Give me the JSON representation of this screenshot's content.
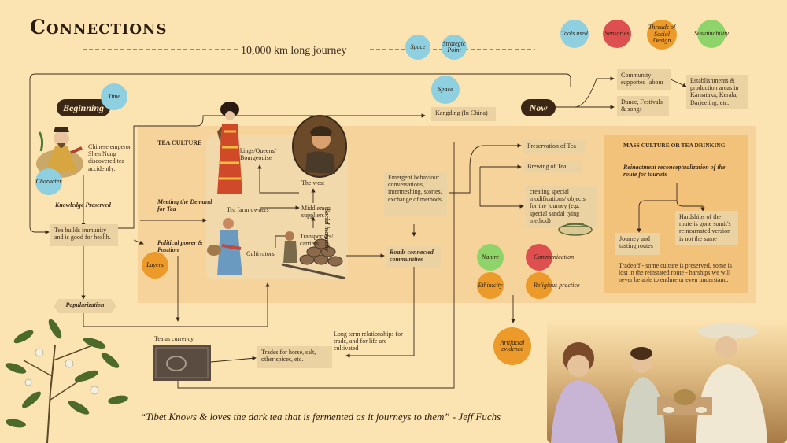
{
  "title": "Connections",
  "journey_label": "10,000 km long journey",
  "legend": [
    {
      "label": "Tools used",
      "color": "#8ecfe0"
    },
    {
      "label": "Sensories",
      "color": "#de5050"
    },
    {
      "label": "Threads of Social Design",
      "color": "#ec9b2a"
    },
    {
      "label": "Sustainability",
      "color": "#8ed46a"
    }
  ],
  "top_circles": {
    "space": "Space",
    "strategic_point": "Strategic Point"
  },
  "beginning": {
    "label": "Beginning",
    "time": "Time",
    "character": "Character",
    "emperor_text": "Chinese emperor Shen Nung discovered tea accidently.",
    "knowledge": "Knowledge Preserved",
    "immunity": "Tea builds immunity and is good for health.",
    "popularization": "Popularization"
  },
  "tea_culture": {
    "title": "TEA CULTURE",
    "meeting_demand": "Meeting the Demand for Tea",
    "political": "Political power & Position",
    "layers": "Layers",
    "tea_farm_owners": "Tea farm owners",
    "kings": "kings/Queens/ Bourgeouise",
    "the_west": "The west",
    "middlemen": "Middlemen suppliers",
    "transporters": "Transporters/ carriers",
    "cultivators": "Cultivators",
    "social_hierarchy": "Social hierarchy"
  },
  "lower": {
    "tea_currency": "Tea as currency",
    "trades": "Trades for horse, salt, other spices, etc.",
    "long_term": "Long term relationships for trade, and for life are cultivated",
    "roads": "Roads connected communities",
    "emergent": "Emergent behaviour conversations, intermeshing, stories, exchange of methods."
  },
  "kangding": {
    "space": "Space",
    "label": "Kangding (In China)"
  },
  "now": {
    "label": "Now",
    "community": "Community supported labour",
    "establishments": "Establishments & production areas in Karnataka, Kerala, Darjeeling, etc.",
    "dance": "Dance, Festivals & songs"
  },
  "right": {
    "preservation": "Preservation of Tea",
    "brewing": "Brewing of Tea",
    "special": "creating special modifications/ objects for the journey (e.g. special sandal tying method)",
    "nature": "Nature",
    "communication": "Communication",
    "ethinicity": "Ethinicity",
    "religious": "Religious practice",
    "artifactal": "Artifactal evidence"
  },
  "mass": {
    "title": "MASS CULTURE OR TEA DRINKING",
    "reinactment": "Reinactment reconceptualization of the route for tourists",
    "journey_routes": "Journey and tasting routes",
    "hardships": "Hardships of the route is gone somit's reincarnated version is not the same",
    "tradeoff": "Tradeoff - some culture is preserved, some is lost in the reinstated route - harships we will never be able to endure or even understand."
  },
  "quote": "“Tibet Knows & loves the dark tea that is fermented as it journeys to them” - Jeff Fuchs"
}
